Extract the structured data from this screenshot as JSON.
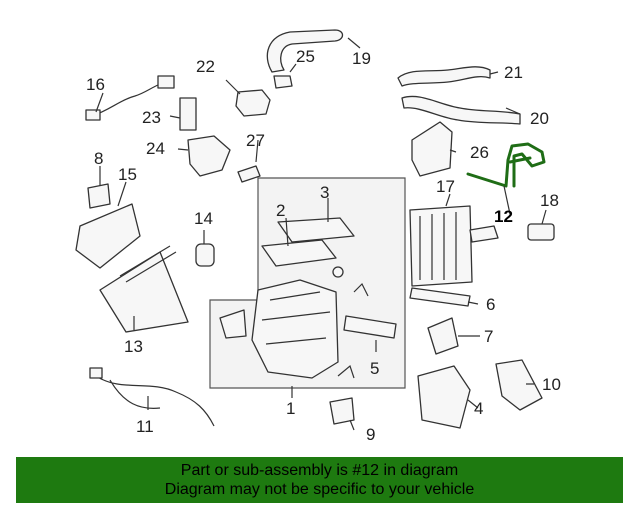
{
  "diagram": {
    "labels": {
      "p1": "1",
      "p2": "2",
      "p3": "3",
      "p4": "4",
      "p5": "5",
      "p6": "6",
      "p7": "7",
      "p8": "8",
      "p9": "9",
      "p10": "10",
      "p11": "11",
      "p12": "12",
      "p13": "13",
      "p14": "14",
      "p15": "15",
      "p16": "16",
      "p17": "17",
      "p18": "18",
      "p19": "19",
      "p20": "20",
      "p21": "21",
      "p22": "22",
      "p23": "23",
      "p24": "24",
      "p25": "25",
      "p26": "26",
      "p27": "27"
    },
    "highlight_part": "12",
    "highlight_color": "#1f6d16"
  },
  "banner": {
    "line1": "Part or sub-assembly is #12 in diagram",
    "line2": "Diagram may not be specific to your vehicle",
    "background": "#1e7a10"
  }
}
